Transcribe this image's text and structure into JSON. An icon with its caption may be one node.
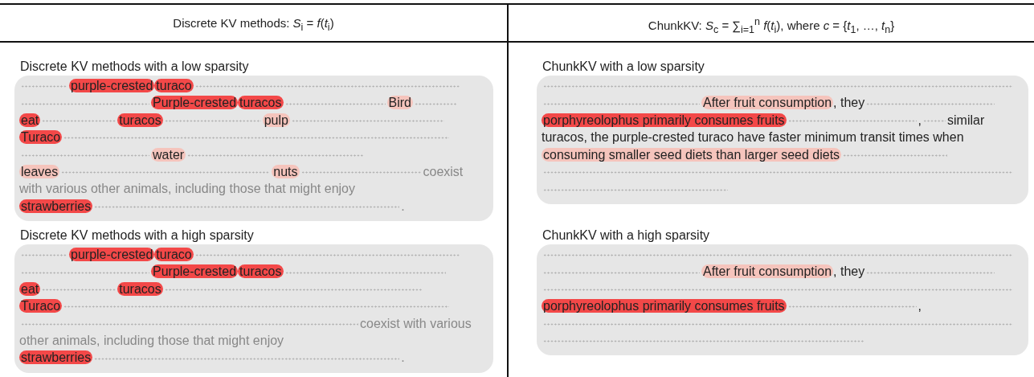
{
  "diagram": {
    "nodes": [
      {
        "text": [
          "Discrete KV methods with a low sparsity",
          "coexist with various other animals, including those that might enjoy",
          "."
        ]
      },
      {
        "text": [
          "purple-crested"
        ],
        "in": 0
      },
      {
        "text": [
          "turaco"
        ],
        "in": 0
      },
      {
        "text": [
          "Purple-crested"
        ],
        "in": 0
      },
      {
        "text": [
          "turacos"
        ],
        "in": 0
      },
      {
        "text": [
          "Bird"
        ],
        "in": 0
      },
      {
        "text": [
          "eat"
        ],
        "in": 0
      },
      {
        "text": [
          "turacos"
        ],
        "in": 0
      },
      {
        "text": [
          "pulp"
        ],
        "in": 0
      },
      {
        "text": [
          "Turaco"
        ],
        "in": 0
      },
      {
        "text": [
          "water"
        ],
        "in": 0
      },
      {
        "text": [
          "leaves"
        ],
        "in": 0
      },
      {
        "text": [
          "nuts"
        ],
        "in": 0
      },
      {
        "text": [
          "strawberries"
        ],
        "in": 0
      },
      {
        "text": [
          "Discrete KV methods with a high sparsity",
          "coexist with various other animals, including those that might enjoy",
          "."
        ]
      },
      {
        "text": [
          "purple-crested"
        ],
        "in": 14
      },
      {
        "text": [
          "turaco"
        ],
        "in": 14
      },
      {
        "text": [
          "Purple-crested"
        ],
        "in": 14
      },
      {
        "text": [
          "turacos"
        ],
        "in": 14
      },
      {
        "text": [
          "eat"
        ],
        "in": 14
      },
      {
        "text": [
          "turacos"
        ],
        "in": 14
      },
      {
        "text": [
          "Turaco"
        ],
        "in": 14
      },
      {
        "text": [
          "strawberries"
        ],
        "in": 14
      },
      {
        "text": [
          "ChunkKV with a low sparsity",
          ", they",
          ",",
          "similar turacos, the purple-crested turaco have faster minimum transit times when"
        ]
      },
      {
        "text": [
          "After fruit consumption"
        ],
        "in": 23
      },
      {
        "text": [
          "porphyreolophus primarily consumes fruits"
        ],
        "in": 23
      },
      {
        "text": [
          "consuming smaller seed diets than larger seed diets"
        ],
        "in": 23
      },
      {
        "text": [
          "ChunkKV with a high sparsity",
          ", they",
          ","
        ]
      },
      {
        "text": [
          "After fruit consumption"
        ],
        "in": 27
      },
      {
        "text": [
          "porphyreolophus primarily consumes fruits"
        ],
        "in": 27
      }
    ],
    "edges": [],
    "labels": [
      "Discrete KV methods: *S*$_{i}$ = *f*(*t*$_{i}$)",
      "ChunkKV: *S*$_{c}$ = ∑$_{i=1}$$^{n}$ *f*(*t*$_{i}$),  where *c* = {*t*$_{1}$, …, *t*$_{n}$}"
    ]
  }
}
